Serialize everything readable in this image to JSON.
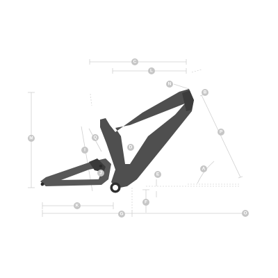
{
  "labels": {
    "A": "A",
    "B": "B",
    "C": "C",
    "D": "D",
    "E": "E",
    "F": "F",
    "G": "G",
    "I": "I",
    "J": "J",
    "K": "K",
    "L": "L",
    "M": "M",
    "N": "N",
    "O": "O",
    "P": "P",
    "Q": "Q"
  },
  "colors": {
    "frame": "#4f4f4f",
    "frame_dark": "#2f2f2f",
    "dimension_line": "#cfcfcf",
    "badge": "#c6c6c6",
    "badge_text": "#ffffff"
  }
}
